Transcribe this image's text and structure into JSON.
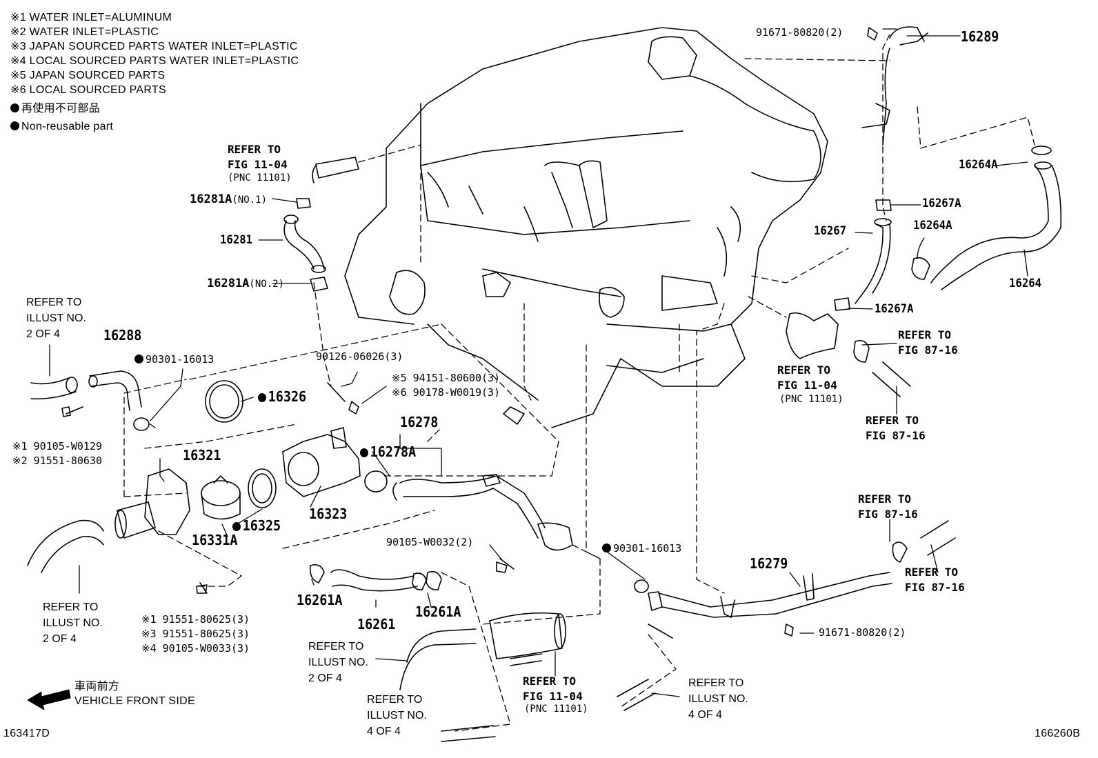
{
  "legend": {
    "notes": [
      "※1 WATER INLET=ALUMINUM",
      "※2 WATER INLET=PLASTIC",
      "※3  JAPAN SOURCED PARTS  WATER INLET=PLASTIC",
      "※4  LOCAL SOURCED PARTS  WATER INLET=PLASTIC",
      "※5  JAPAN SOURCED PARTS",
      "※6  LOCAL SOURCED PARTS"
    ],
    "nonreusable_jp": "再使用不可部品",
    "nonreusable_en": "Non-reusable part"
  },
  "parts": {
    "p16289": "16289",
    "p91671_top": "91671-80820(2)",
    "p16264A_1": "16264A",
    "p16267A_1": "16267A",
    "p16267": "16267",
    "p16264A_2": "16264A",
    "p16264": "16264",
    "p16267A_2": "16267A",
    "p16281A_1": "16281A",
    "p16281A_1_sub": "(NO.1)",
    "p16281": "16281",
    "p16281A_2": "16281A",
    "p16281A_2_sub": "(NO.2)",
    "p16288": "16288",
    "p90301_1": "90301-16013",
    "p90126": "90126-06026(3)",
    "p94151": "※5 94151-80600(3)",
    "p90178": "※6 90178-W0019(3)",
    "p16326": "16326",
    "p16278": "16278",
    "p16278A": "16278A",
    "p90105_1": "※1 90105-W0129",
    "p91551_1": "※2 91551-80630",
    "p16321": "16321",
    "p16323": "16323",
    "p16325": "16325",
    "p16331A": "16331A",
    "p90105_2": "90105-W0032(2)",
    "p90301_2": "90301-16013",
    "p16279": "16279",
    "p91671_bot": "91671-80820(2)",
    "p16261A_1": "16261A",
    "p16261": "16261",
    "p16261A_2": "16261A",
    "p91551_2": "※1 91551-80625(3)",
    "p91551_3": "※3 91551-80625(3)",
    "p90105_3": "※4 90105-W0033(3)"
  },
  "refs": {
    "fig1104_top": "REFER TO\nFIG 11-04",
    "fig1104_top_pnc": "(PNC 11101)",
    "fig1104_right": "REFER TO\nFIG 11-04",
    "fig1104_right_pnc": "(PNC 11101)",
    "fig8716_a": "REFER TO\nFIG 87-16",
    "fig8716_b": "REFER TO\nFIG 87-16",
    "fig8716_c": "REFER TO\nFIG 87-16",
    "fig8716_d": "REFER TO\nFIG 87-16",
    "illust2_top": "REFER TO\nILLUST NO.\n2 OF 4",
    "illust2_left": "REFER TO\nILLUST NO.\n2 OF 4",
    "illust2_mid": "REFER TO\nILLUST NO.\n2 OF 4",
    "illust4_bot": "REFER TO\nILLUST NO.\n4 OF 4",
    "fig1104_bot": "REFER TO\nFIG 11-04",
    "fig1104_bot_pnc": "(PNC 11101)",
    "illust4_right": "REFER TO\nILLUST NO.\n4 OF 4"
  },
  "front": {
    "jp": "車両前方",
    "en": "VEHICLE FRONT SIDE"
  },
  "codes": {
    "left": "163417D",
    "right": "166260B"
  }
}
